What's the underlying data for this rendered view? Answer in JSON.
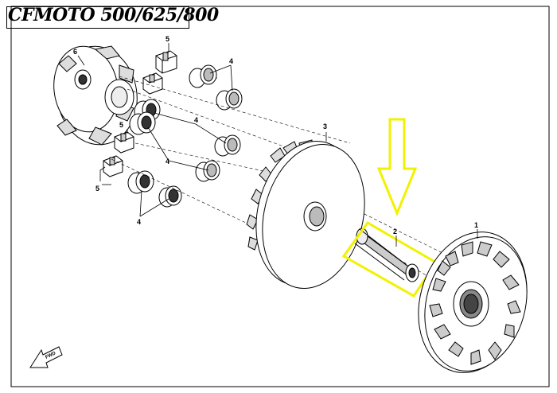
{
  "header": {
    "title": "CFMOTO 500/625/800"
  },
  "callouts": {
    "part_1": "1",
    "part_2": "2",
    "part_3": "3",
    "part_4": "4",
    "part_5": "5",
    "part_6": "6"
  },
  "direction_marker": {
    "label": "FWD"
  },
  "highlight": {
    "color": "#f2f200",
    "target": "2"
  }
}
